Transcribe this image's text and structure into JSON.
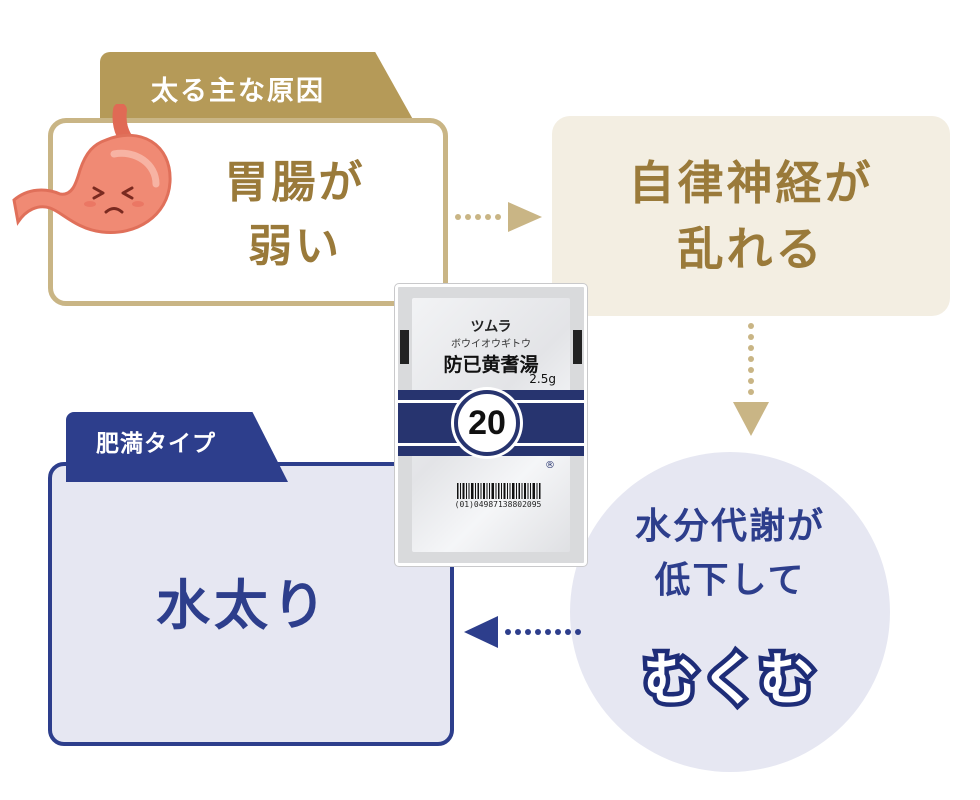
{
  "cause": {
    "tab_label": "太る主な原因",
    "text": "胃腸が\n弱い",
    "icon": "stomach-icon"
  },
  "effect1": {
    "text": "自律神経が\n乱れる"
  },
  "effect2": {
    "text": "水分代謝が\n低下して",
    "emphasis": "むくむ"
  },
  "result": {
    "tab_label": "肥満タイプ",
    "text": "水太り"
  },
  "medicine": {
    "brand": "ツムラ",
    "kana": "ボウイオウギトウ",
    "name": "防已黄耆湯",
    "dose": "2.5g",
    "number": "20",
    "registered_mark": "®",
    "barcode_text": "(01)04987138802095"
  },
  "colors": {
    "gold": "#b59a58",
    "gold_text": "#9a7a3a",
    "beige": "#f3eee2",
    "navy": "#2d3e8c",
    "lavender": "#e6e7f2"
  }
}
